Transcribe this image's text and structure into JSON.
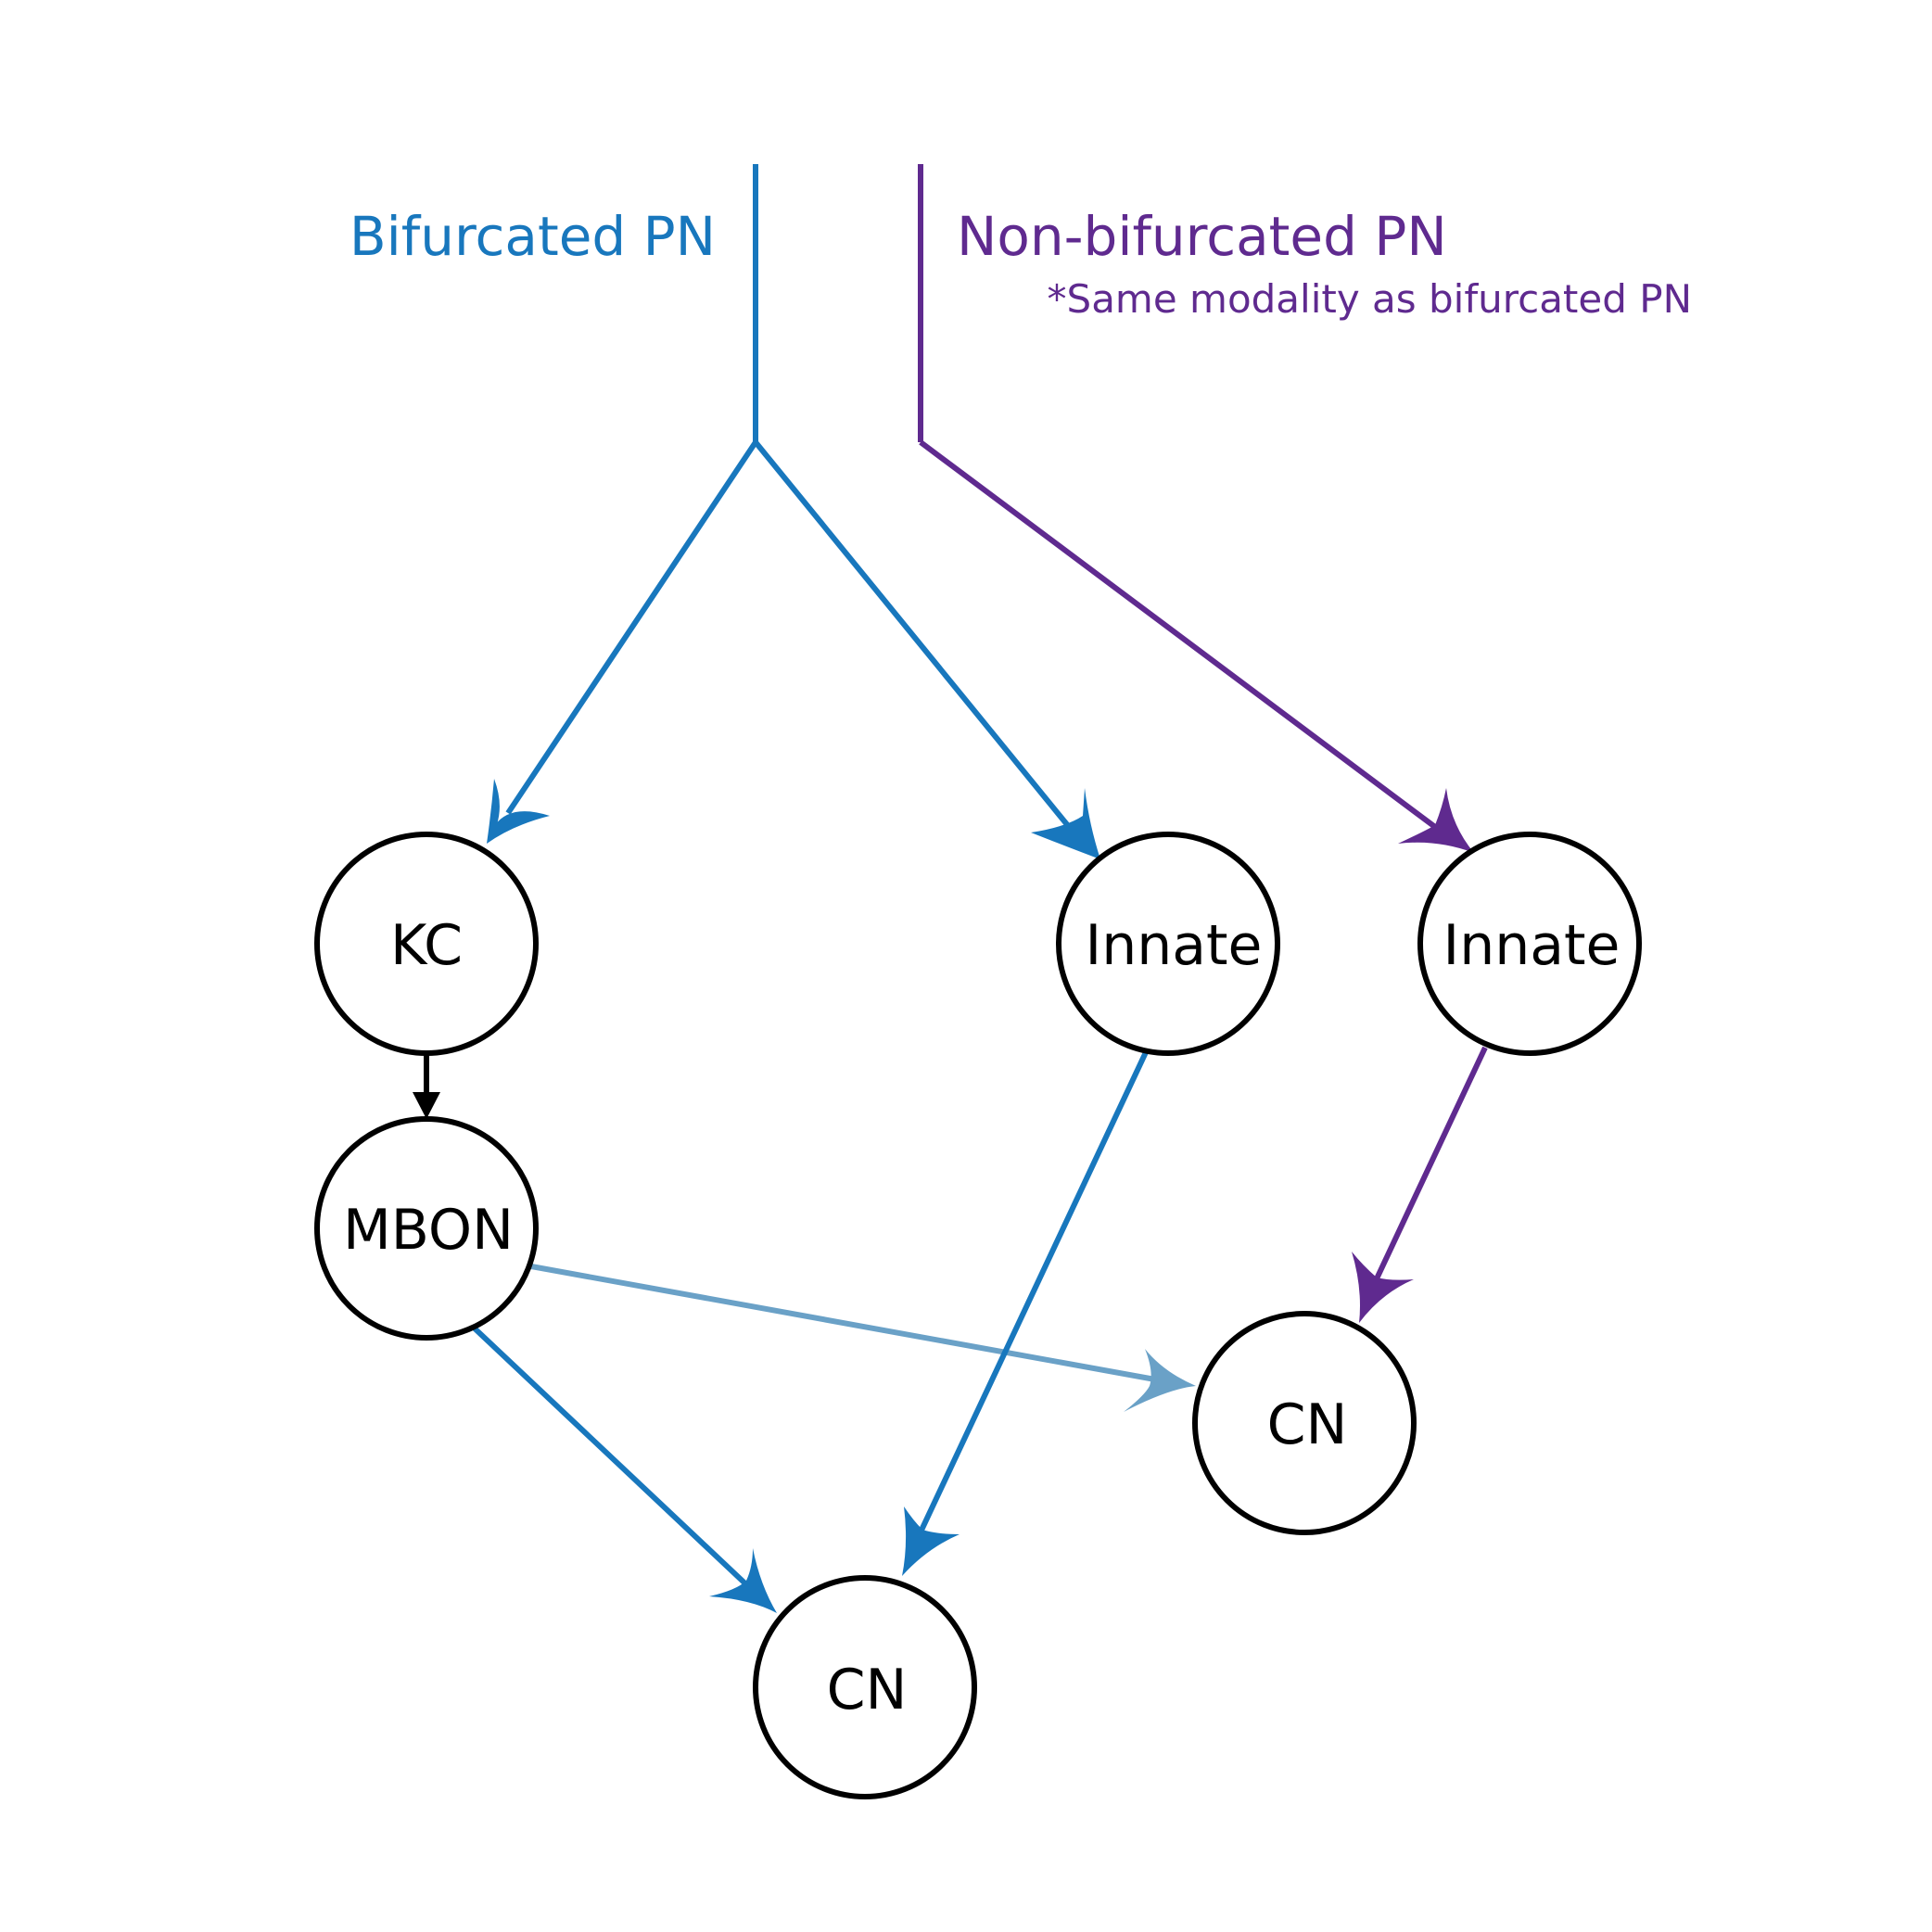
{
  "colors": {
    "bifurcated": "#1877bd",
    "non_bifurcated": "#5f2a8f",
    "mbon_to_cn": "#6aa1c7",
    "node_stroke": "#000000",
    "background": "#ffffff"
  },
  "labels": {
    "bifurcated_pn": "Bifurcated PN",
    "non_bifurcated_pn": "Non-bifurcated PN",
    "note": "*Same modality as bifurcated PN"
  },
  "nodes": {
    "kc": "KC",
    "mbon": "MBON",
    "innate_left": "Innate",
    "innate_right": "Innate",
    "cn_bottom": "CN",
    "cn_right": "CN"
  },
  "edges": [
    {
      "from": "bifurcated_pn",
      "to": "kc",
      "color": "bifurcated"
    },
    {
      "from": "bifurcated_pn",
      "to": "innate_left",
      "color": "bifurcated"
    },
    {
      "from": "non_bifurcated_pn",
      "to": "innate_right",
      "color": "non_bifurcated"
    },
    {
      "from": "kc",
      "to": "mbon",
      "color": "node_stroke"
    },
    {
      "from": "mbon",
      "to": "cn_bottom",
      "color": "bifurcated"
    },
    {
      "from": "mbon",
      "to": "cn_right",
      "color": "mbon_to_cn"
    },
    {
      "from": "innate_left",
      "to": "cn_bottom",
      "color": "bifurcated"
    },
    {
      "from": "innate_right",
      "to": "cn_right",
      "color": "non_bifurcated"
    }
  ]
}
